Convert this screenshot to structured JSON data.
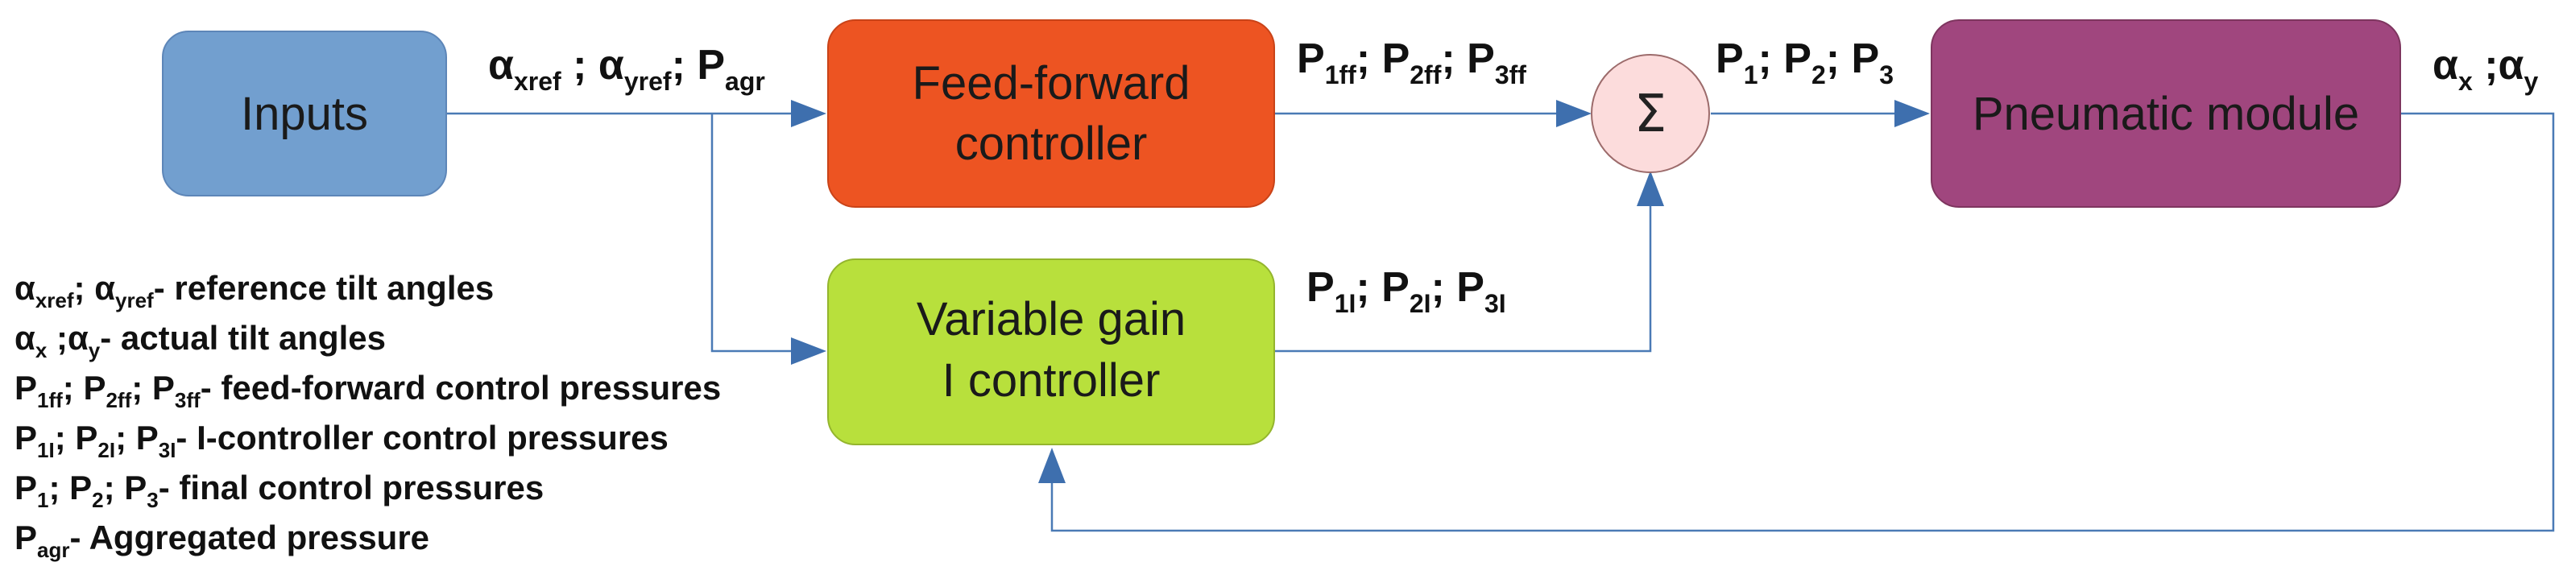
{
  "blocks": {
    "inputs": {
      "label": "Inputs",
      "color": "#729fcf"
    },
    "feed_forward": {
      "line1": "Feed-forward",
      "line2": "controller",
      "color": "#ed5422"
    },
    "variable_gain": {
      "line1": "Variable gain",
      "line2": "I controller",
      "color": "#b8e03c"
    },
    "pneumatic": {
      "label": "Pneumatic module",
      "color": "#a0467e"
    },
    "sum": {
      "symbol": "Σ",
      "color": "#fcdcdc"
    }
  },
  "signals": {
    "inputs_out": [
      {
        "main": "α",
        "sub": "xref",
        "sep": " ; "
      },
      {
        "main": "α",
        "sub": "yref",
        "sep": "; "
      },
      {
        "main": "P",
        "sub": "agr",
        "sep": ""
      }
    ],
    "ff_out": [
      {
        "main": "P",
        "sub": "1ff",
        "sep": "; "
      },
      {
        "main": "P",
        "sub": "2ff",
        "sep": "; "
      },
      {
        "main": "P",
        "sub": "3ff",
        "sep": ""
      }
    ],
    "sum_out": [
      {
        "main": "P",
        "sub": "1",
        "sep": "; "
      },
      {
        "main": "P",
        "sub": "2",
        "sep": "; "
      },
      {
        "main": "P",
        "sub": "3",
        "sep": ""
      }
    ],
    "i_out": [
      {
        "main": "P",
        "sub": "1I",
        "sep": "; "
      },
      {
        "main": "P",
        "sub": "2I",
        "sep": "; "
      },
      {
        "main": "P",
        "sub": "3I",
        "sep": ""
      }
    ],
    "plant_out": [
      {
        "main": "α",
        "sub": "x",
        "sep": " ;"
      },
      {
        "main": "α",
        "sub": "y",
        "sep": ""
      }
    ]
  },
  "legend": [
    {
      "parts": [
        {
          "main": "α",
          "sub": "xref",
          "sep": "; "
        },
        {
          "main": "α",
          "sub": "yref",
          "sep": ""
        }
      ],
      "desc": "- reference tilt angles"
    },
    {
      "parts": [
        {
          "main": "α",
          "sub": "x",
          "sep": " ;"
        },
        {
          "main": "α",
          "sub": "y",
          "sep": ""
        }
      ],
      "desc": "- actual tilt angles"
    },
    {
      "parts": [
        {
          "main": "P",
          "sub": "1ff",
          "sep": "; "
        },
        {
          "main": "P",
          "sub": "2ff",
          "sep": "; "
        },
        {
          "main": "P",
          "sub": "3ff",
          "sep": ""
        }
      ],
      "desc": "- feed-forward control pressures"
    },
    {
      "parts": [
        {
          "main": "P",
          "sub": "1I",
          "sep": "; "
        },
        {
          "main": "P",
          "sub": "2I",
          "sep": "; "
        },
        {
          "main": "P",
          "sub": "3I",
          "sep": ""
        }
      ],
      "desc": "- I-controller control pressures"
    },
    {
      "parts": [
        {
          "main": "P",
          "sub": "1",
          "sep": "; "
        },
        {
          "main": "P",
          "sub": "2",
          "sep": "; "
        },
        {
          "main": "P",
          "sub": "3",
          "sep": ""
        }
      ],
      "desc": "- final control pressures"
    },
    {
      "parts": [
        {
          "main": "P",
          "sub": "agr",
          "sep": ""
        }
      ],
      "desc": "- Aggregated pressure"
    }
  ],
  "colors": {
    "wire": "#4a7ab5",
    "arrow": "#3e6fae"
  }
}
